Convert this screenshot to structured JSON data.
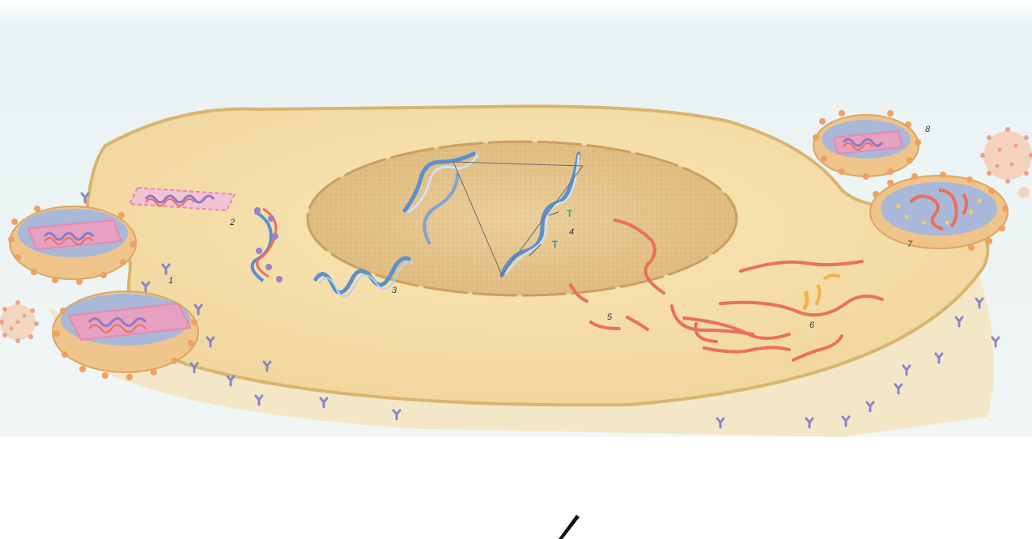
{
  "figure": {
    "step_labels": [
      "1",
      "2",
      "3",
      "4",
      "5",
      "6",
      "7",
      "8"
    ],
    "integration_marks": [
      "T",
      "T"
    ]
  },
  "colors": {
    "background_top": "#e9f2f3",
    "cytoplasm": "#f3dca5",
    "membrane": "#d9b877",
    "nucleus": "#e6c690",
    "viral_rna": "#e9705a",
    "viral_dna": "#5b8fcf",
    "receptor": "#8a85c8",
    "virion_envelope": "#efc48a",
    "virion_core": "#a9b7d9",
    "capsid_content": "#e6a0c0"
  },
  "icons": [
    "virion",
    "receptor-y",
    "dna-helix",
    "rna-strand",
    "pointer-arrow"
  ]
}
